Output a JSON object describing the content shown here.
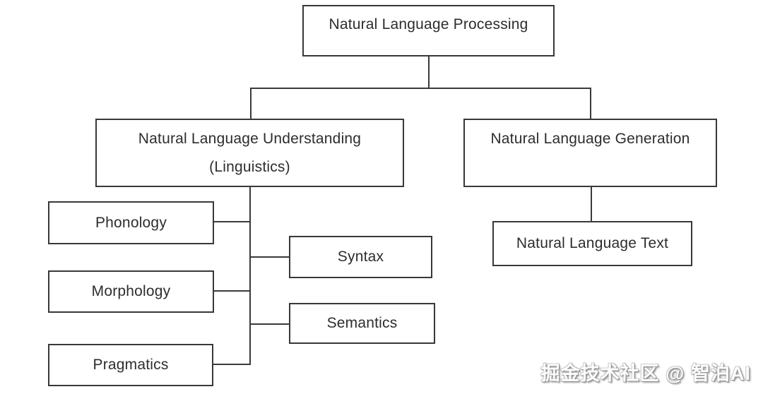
{
  "nodes": {
    "nlp": {
      "label": "Natural Language Processing"
    },
    "nlu": {
      "label": "Natural Language Understanding",
      "sublabel": "(Linguistics)"
    },
    "nlg": {
      "label": "Natural Language Generation"
    },
    "phonology": {
      "label": "Phonology"
    },
    "morphology": {
      "label": "Morphology"
    },
    "pragmatics": {
      "label": "Pragmatics"
    },
    "syntax": {
      "label": "Syntax"
    },
    "semantics": {
      "label": "Semantics"
    },
    "nl_text": {
      "label": "Natural Language Text"
    }
  },
  "edges": [
    {
      "from": "nlp",
      "to": "nlu"
    },
    {
      "from": "nlp",
      "to": "nlg"
    },
    {
      "from": "nlu",
      "to": "phonology"
    },
    {
      "from": "nlu",
      "to": "syntax"
    },
    {
      "from": "nlu",
      "to": "morphology"
    },
    {
      "from": "nlu",
      "to": "semantics"
    },
    {
      "from": "nlu",
      "to": "pragmatics"
    },
    {
      "from": "nlg",
      "to": "nl_text"
    }
  ],
  "watermark": {
    "text": "掘金技术社区 @ 智泊AI"
  },
  "colors": {
    "line": "#3a3a3a",
    "box_border": "#383838",
    "text": "#2d2d2d",
    "background": "#ffffff"
  }
}
